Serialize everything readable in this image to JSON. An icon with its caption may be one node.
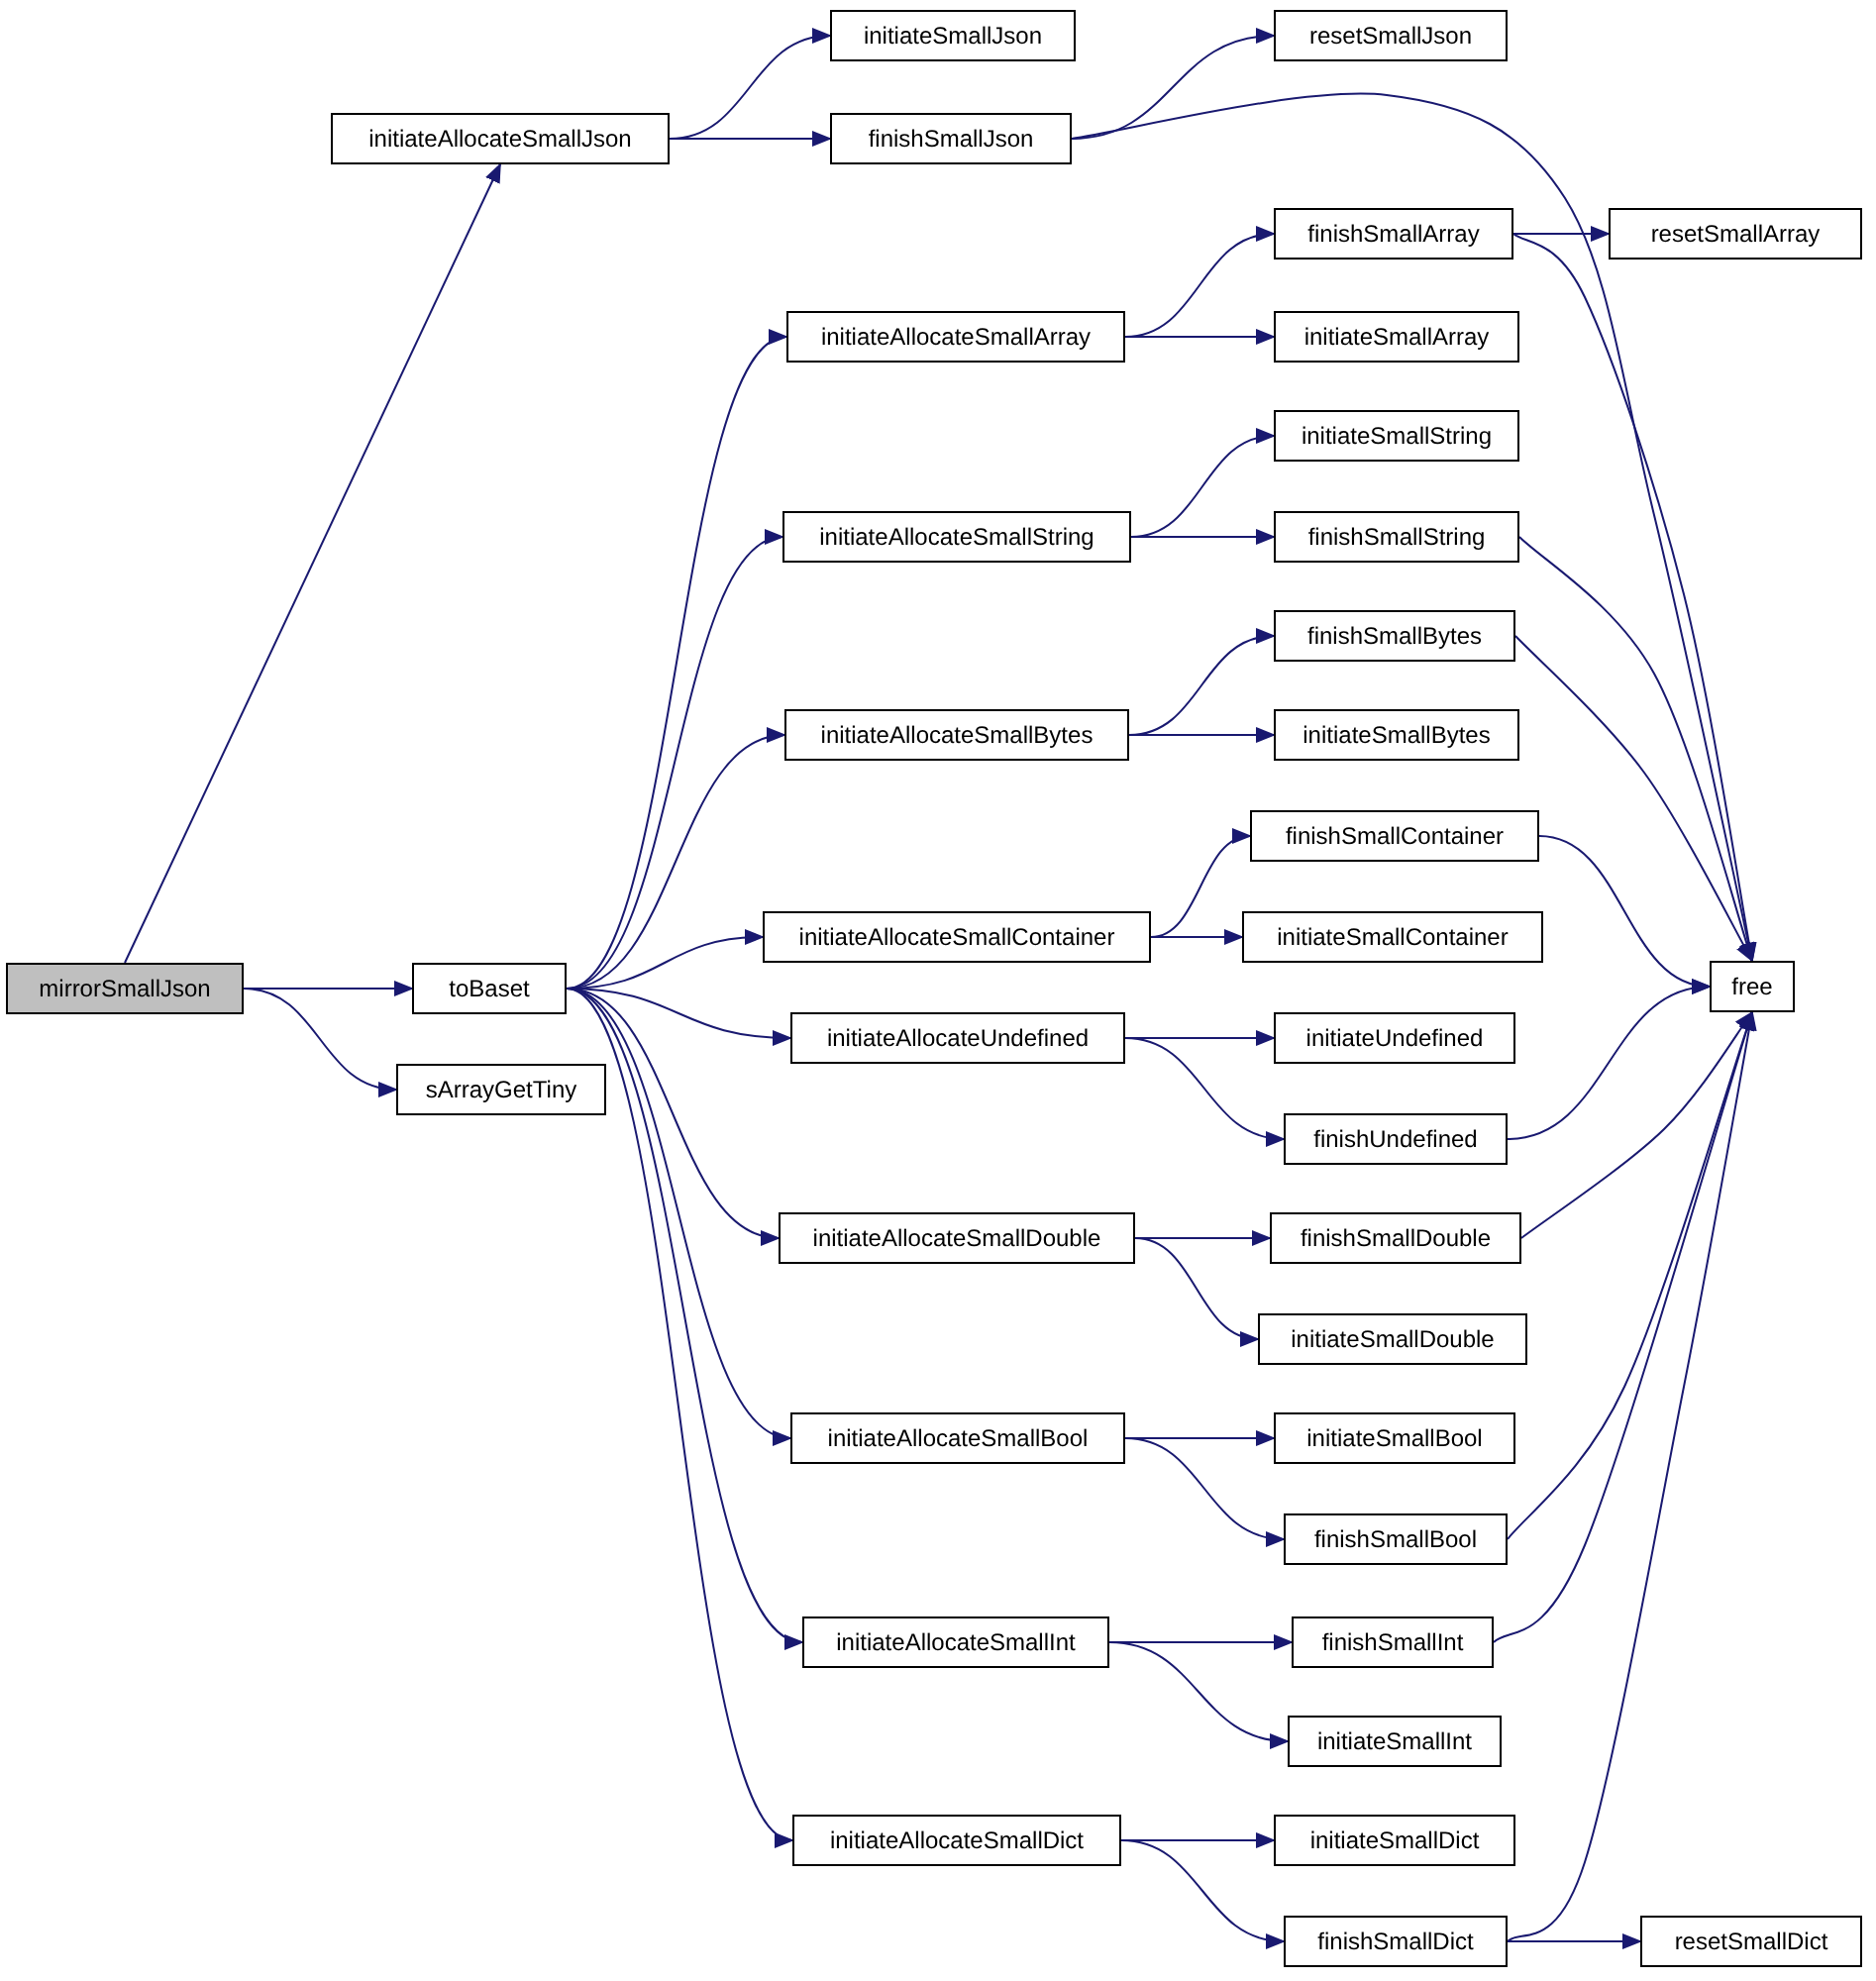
{
  "diagram": {
    "nodes": [
      {
        "text": [
          "mirrorSmallJson"
        ]
      },
      {
        "text": [
          "initiateAllocateSmallJson"
        ]
      },
      {
        "text": [
          "initiateSmallJson"
        ]
      },
      {
        "text": [
          "finishSmallJson"
        ]
      },
      {
        "text": [
          "resetSmallJson"
        ]
      },
      {
        "text": [
          "toBaset"
        ]
      },
      {
        "text": [
          "sArrayGetTiny"
        ]
      },
      {
        "text": [
          "initiateAllocateSmallArray"
        ]
      },
      {
        "text": [
          "finishSmallArray"
        ]
      },
      {
        "text": [
          "resetSmallArray"
        ]
      },
      {
        "text": [
          "initiateSmallArray"
        ]
      },
      {
        "text": [
          "initiateAllocateSmallString"
        ]
      },
      {
        "text": [
          "initiateSmallString"
        ]
      },
      {
        "text": [
          "finishSmallString"
        ]
      },
      {
        "text": [
          "initiateAllocateSmallBytes"
        ]
      },
      {
        "text": [
          "finishSmallBytes"
        ]
      },
      {
        "text": [
          "initiateSmallBytes"
        ]
      },
      {
        "text": [
          "initiateAllocateSmallContainer"
        ]
      },
      {
        "text": [
          "finishSmallContainer"
        ]
      },
      {
        "text": [
          "initiateSmallContainer"
        ]
      },
      {
        "text": [
          "free"
        ]
      },
      {
        "text": [
          "initiateAllocateUndefined"
        ]
      },
      {
        "text": [
          "initiateUndefined"
        ]
      },
      {
        "text": [
          "finishUndefined"
        ]
      },
      {
        "text": [
          "initiateAllocateSmallDouble"
        ]
      },
      {
        "text": [
          "finishSmallDouble"
        ]
      },
      {
        "text": [
          "initiateSmallDouble"
        ]
      },
      {
        "text": [
          "initiateAllocateSmallBool"
        ]
      },
      {
        "text": [
          "initiateSmallBool"
        ]
      },
      {
        "text": [
          "finishSmallBool"
        ]
      },
      {
        "text": [
          "initiateAllocateSmallInt"
        ]
      },
      {
        "text": [
          "finishSmallInt"
        ]
      },
      {
        "text": [
          "initiateSmallInt"
        ]
      },
      {
        "text": [
          "initiateAllocateSmallDict"
        ]
      },
      {
        "text": [
          "initiateSmallDict"
        ]
      },
      {
        "text": [
          "finishSmallDict"
        ]
      },
      {
        "text": [
          "resetSmallDict"
        ]
      }
    ],
    "edges": [
      {
        "from": 0,
        "to": 1,
        "arrow": "to"
      },
      {
        "from": 0,
        "to": 5,
        "arrow": "to"
      },
      {
        "from": 0,
        "to": 6,
        "arrow": "to"
      },
      {
        "from": 1,
        "to": 2,
        "arrow": "to"
      },
      {
        "from": 1,
        "to": 3,
        "arrow": "to"
      },
      {
        "from": 3,
        "to": 4,
        "arrow": "to"
      },
      {
        "from": 3,
        "to": 20,
        "arrow": "to"
      },
      {
        "from": 5,
        "to": 7,
        "arrow": "to"
      },
      {
        "from": 5,
        "to": 11,
        "arrow": "to"
      },
      {
        "from": 5,
        "to": 14,
        "arrow": "to"
      },
      {
        "from": 5,
        "to": 17,
        "arrow": "to"
      },
      {
        "from": 5,
        "to": 21,
        "arrow": "to"
      },
      {
        "from": 5,
        "to": 24,
        "arrow": "to"
      },
      {
        "from": 5,
        "to": 27,
        "arrow": "to"
      },
      {
        "from": 5,
        "to": 30,
        "arrow": "to"
      },
      {
        "from": 5,
        "to": 33,
        "arrow": "to"
      },
      {
        "from": 7,
        "to": 8,
        "arrow": "to"
      },
      {
        "from": 7,
        "to": 10,
        "arrow": "to"
      },
      {
        "from": 8,
        "to": 9,
        "arrow": "to"
      },
      {
        "from": 8,
        "to": 20,
        "arrow": "to"
      },
      {
        "from": 11,
        "to": 12,
        "arrow": "to"
      },
      {
        "from": 11,
        "to": 13,
        "arrow": "to"
      },
      {
        "from": 13,
        "to": 20,
        "arrow": "to"
      },
      {
        "from": 14,
        "to": 15,
        "arrow": "to"
      },
      {
        "from": 14,
        "to": 16,
        "arrow": "to"
      },
      {
        "from": 15,
        "to": 20,
        "arrow": "to"
      },
      {
        "from": 17,
        "to": 18,
        "arrow": "to"
      },
      {
        "from": 17,
        "to": 19,
        "arrow": "to"
      },
      {
        "from": 18,
        "to": 20,
        "arrow": "to"
      },
      {
        "from": 21,
        "to": 22,
        "arrow": "to"
      },
      {
        "from": 21,
        "to": 23,
        "arrow": "to"
      },
      {
        "from": 23,
        "to": 20,
        "arrow": "to"
      },
      {
        "from": 24,
        "to": 25,
        "arrow": "to"
      },
      {
        "from": 24,
        "to": 26,
        "arrow": "to"
      },
      {
        "from": 25,
        "to": 20,
        "arrow": "to"
      },
      {
        "from": 27,
        "to": 28,
        "arrow": "to"
      },
      {
        "from": 27,
        "to": 29,
        "arrow": "to"
      },
      {
        "from": 29,
        "to": 20,
        "arrow": "to"
      },
      {
        "from": 30,
        "to": 31,
        "arrow": "to"
      },
      {
        "from": 30,
        "to": 32,
        "arrow": "to"
      },
      {
        "from": 31,
        "to": 20,
        "arrow": "to"
      },
      {
        "from": 33,
        "to": 34,
        "arrow": "to"
      },
      {
        "from": 33,
        "to": 35,
        "arrow": "to"
      },
      {
        "from": 35,
        "to": 36,
        "arrow": "to"
      },
      {
        "from": 35,
        "to": 20,
        "arrow": "to"
      }
    ]
  }
}
